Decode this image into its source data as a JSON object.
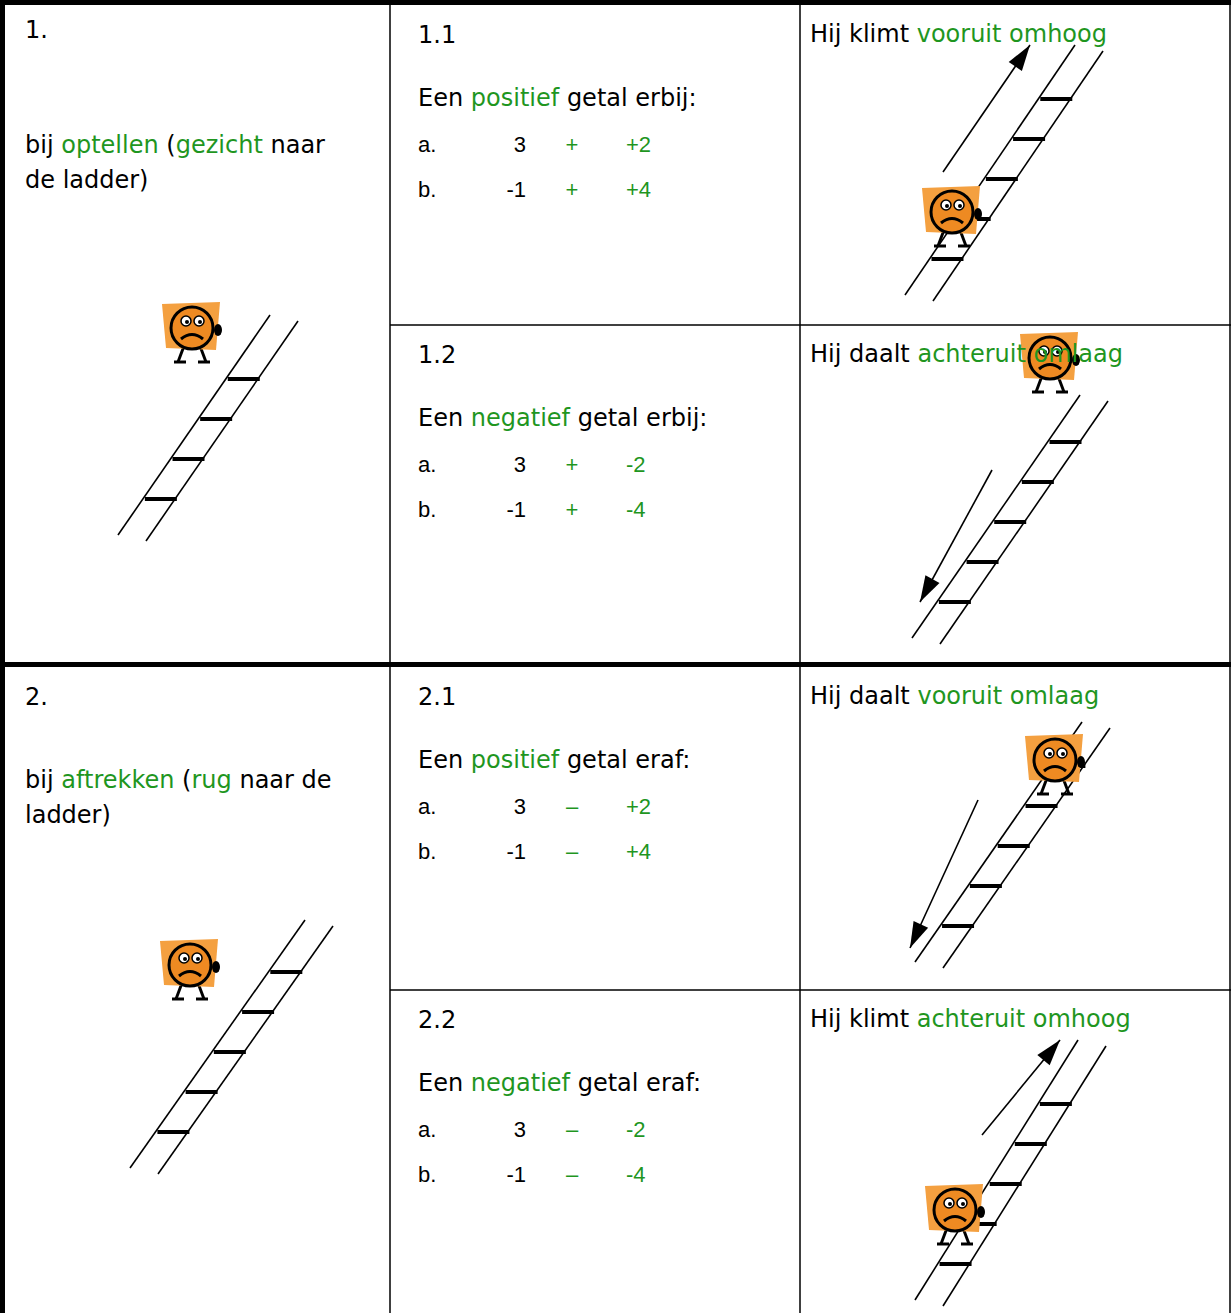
{
  "diagram": {
    "nodes": [
      {
        "text": [
          "1.",
          "bij",
          "optellen",
          "(",
          "gezicht",
          "naar de ladder)"
        ]
      },
      {
        "text": [
          "1.1",
          "Een",
          "positief",
          "getal erbij:",
          "a.",
          "3",
          "+",
          "+2",
          "b.",
          "-1",
          "+",
          "+4"
        ]
      },
      {
        "text": [
          "Hij klimt",
          "vooruit omhoog"
        ]
      },
      {
        "text": [
          "1.2",
          "Een",
          "negatief",
          "getal erbij:",
          "a.",
          "3",
          "+",
          "-2",
          "b.",
          "-1",
          "+",
          "-4"
        ]
      },
      {
        "text": [
          "Hij daalt",
          "achteruit omlaag"
        ]
      },
      {
        "text": [
          "2.",
          "bij",
          "aftrekken",
          "(",
          "rug",
          "naar de ladder)"
        ]
      },
      {
        "text": [
          "2.1",
          "Een",
          "positief",
          "getal eraf:",
          "a.",
          "3",
          "–",
          "+2",
          "b.",
          "-1",
          "–",
          "+4"
        ]
      },
      {
        "text": [
          "Hij daalt",
          "vooruit omlaag"
        ]
      },
      {
        "text": [
          "2.2",
          "Een",
          "negatief",
          "getal eraf:",
          "a.",
          "3",
          "–",
          "-2",
          "b.",
          "-1",
          "–",
          "-4"
        ]
      },
      {
        "text": [
          "Hij klimt",
          "achteruit omhoog"
        ]
      }
    ]
  }
}
